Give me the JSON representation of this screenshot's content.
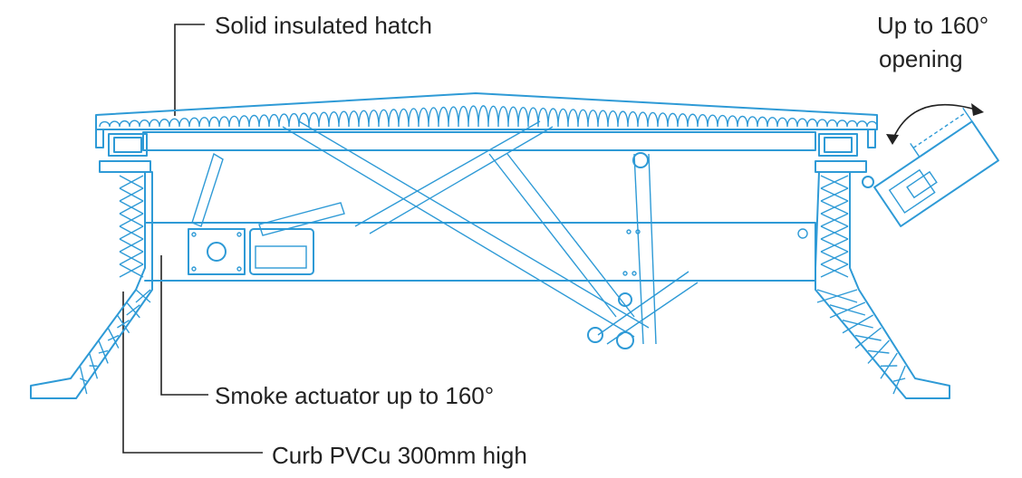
{
  "labels": {
    "hatch": "Solid insulated hatch",
    "opening_line1": "Up to 160°",
    "opening_line2": "opening",
    "actuator": "Smoke actuator up to 160°",
    "curb": "Curb PVCu 300mm high"
  },
  "colors": {
    "drawing_line": "#2e9ad6",
    "text": "#222222",
    "background": "#ffffff"
  },
  "icons": {
    "opening_arrow": "curved-double-arrow-icon"
  }
}
